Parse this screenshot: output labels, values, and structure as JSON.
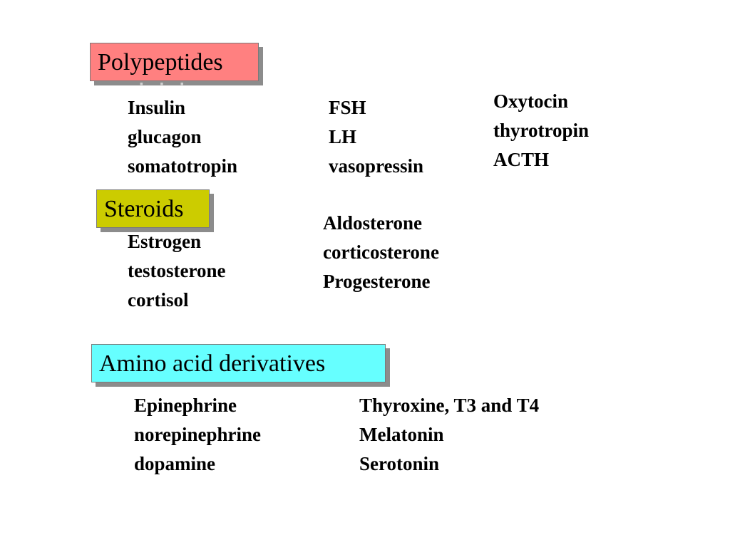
{
  "polypeptides": {
    "heading": "Polypeptides",
    "col1": [
      "Insulin",
      "glucagon",
      "somatotropin"
    ],
    "col2": [
      "FSH",
      "LH",
      "vasopressin"
    ],
    "col3": [
      "Oxytocin",
      "thyrotropin",
      "ACTH"
    ]
  },
  "steroids": {
    "heading": "Steroids",
    "col1": [
      "Estrogen",
      "testosterone",
      "cortisol"
    ],
    "col2": [
      "Aldosterone",
      "corticosterone",
      "Progesterone"
    ]
  },
  "amino": {
    "heading": "Amino acid derivatives",
    "col1": [
      "Epinephrine",
      "norepinephrine",
      "dopamine"
    ],
    "col2": [
      "Thyroxine, T3 and T4",
      "Melatonin",
      "Serotonin"
    ]
  },
  "colors": {
    "polypeptides_box": "#ff8080",
    "steroids_box": "#cccc00",
    "amino_box": "#66ffff",
    "shadow": "#8c8c8c"
  }
}
